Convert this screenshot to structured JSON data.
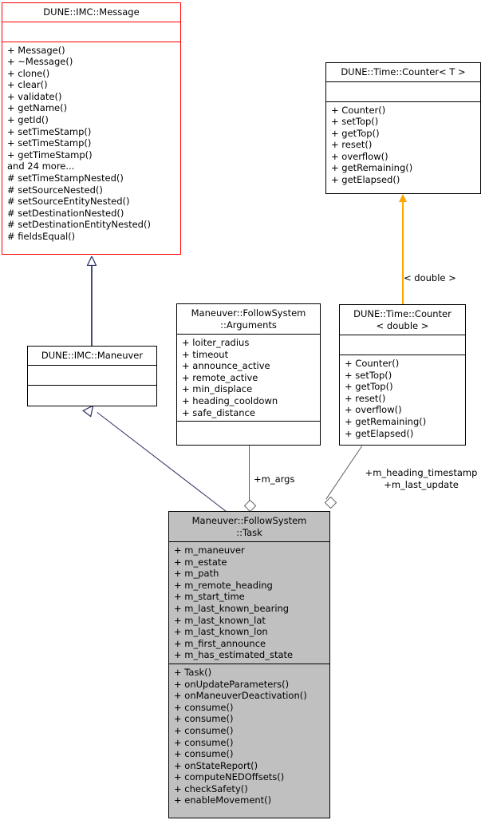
{
  "diagram": {
    "type": "uml-class-diagram",
    "title": "Maneuver::FollowSystem::Task collaboration diagram",
    "colors": {
      "highlight_border": "#ff0000",
      "default_border": "#000000",
      "filled_background": "#c0c0c0",
      "inheritance_edge": "#4a4a84",
      "aggregation_edge": "#606060",
      "template_edge": "#ffa500",
      "page_background": "#ffffff"
    }
  },
  "classes": {
    "message": {
      "name": "DUNE::IMC::Message",
      "attributes": [],
      "methods": [
        "+ Message()",
        "+ ~Message()",
        "+ clone()",
        "+ clear()",
        "+ validate()",
        "+ getName()",
        "+ getId()",
        "+ setTimeStamp()",
        "+ setTimeStamp()",
        "+ getTimeStamp()",
        "and 24 more...",
        "# setTimeStampNested()",
        "# setSourceNested()",
        "# setSourceEntityNested()",
        "# setDestinationNested()",
        "# setDestinationEntityNested()",
        "# fieldsEqual()"
      ]
    },
    "counter_t": {
      "name": "DUNE::Time::Counter< T >",
      "attributes": [],
      "methods": [
        "+ Counter()",
        "+ setTop()",
        "+ getTop()",
        "+ reset()",
        "+ overflow()",
        "+ getRemaining()",
        "+ getElapsed()"
      ]
    },
    "maneuver": {
      "name": "DUNE::IMC::Maneuver",
      "attributes": [],
      "methods": []
    },
    "arguments": {
      "name": "Maneuver::FollowSystem\n::Arguments",
      "attributes": [
        "+ loiter_radius",
        "+ timeout",
        "+ announce_active",
        "+ remote_active",
        "+ min_displace",
        "+ heading_cooldown",
        "+ safe_distance"
      ],
      "methods": []
    },
    "counter_double": {
      "name": "DUNE::Time::Counter\n< double >",
      "attributes": [],
      "methods": [
        "+ Counter()",
        "+ setTop()",
        "+ getTop()",
        "+ reset()",
        "+ overflow()",
        "+ getRemaining()",
        "+ getElapsed()"
      ]
    },
    "task": {
      "name": "Maneuver::FollowSystem\n::Task",
      "attributes": [
        "+ m_maneuver",
        "+ m_estate",
        "+ m_path",
        "+ m_remote_heading",
        "+ m_start_time",
        "+ m_last_known_bearing",
        "+ m_last_known_lat",
        "+ m_last_known_lon",
        "+ m_first_announce",
        "+ m_has_estimated_state"
      ],
      "methods": [
        "+ Task()",
        "+ onUpdateParameters()",
        "+ onManeuverDeactivation()",
        "+ consume()",
        "+ consume()",
        "+ consume()",
        "+ consume()",
        "+ consume()",
        "+ onStateReport()",
        "+ computeNEDOffsets()",
        "+ checkSafety()",
        "+ enableMovement()"
      ]
    }
  },
  "edge_labels": {
    "template_double": "< double >",
    "args": "+m_args",
    "counter_fields": "+m_heading_timestamp\n+m_last_update"
  }
}
